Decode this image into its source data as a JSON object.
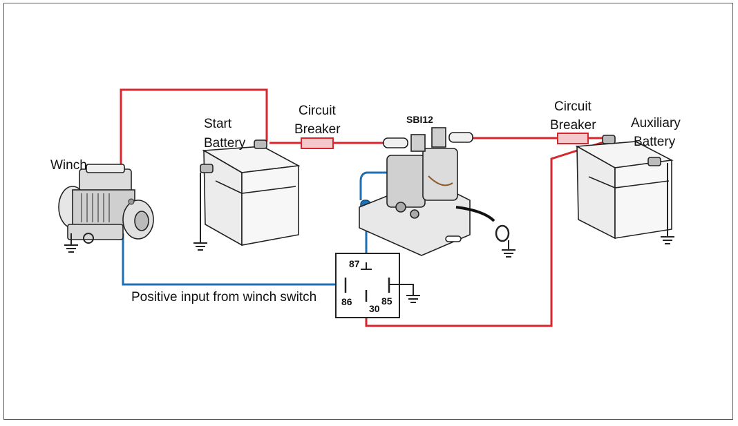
{
  "labels": {
    "winch": "Winch",
    "start_battery_line1": "Start",
    "start_battery_line2": "Battery",
    "breaker1_line1": "Circuit",
    "breaker1_line2": "Breaker",
    "sbi": "SBI12",
    "breaker2_line1": "Circuit",
    "breaker2_line2": "Breaker",
    "aux_battery_line1": "Auxiliary",
    "aux_battery_line2": "Battery",
    "winch_switch_input": "Positive input from winch switch"
  },
  "relay_pins": {
    "p87": "87",
    "p86": "86",
    "p85": "85",
    "p30": "30"
  },
  "colors": {
    "positive_wire": "#d7262e",
    "signal_wire": "#1f6fb5",
    "breaker_fill": "#f4c9cb",
    "outline": "#222222"
  }
}
